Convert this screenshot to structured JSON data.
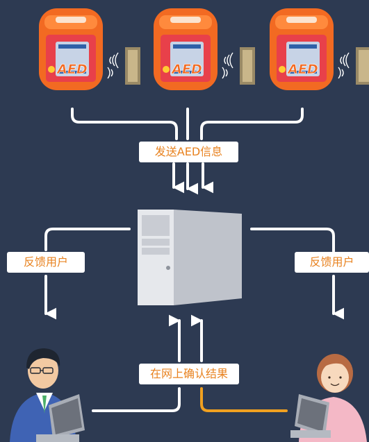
{
  "labels": {
    "send_aed_info": "发送AED信息",
    "feedback_user_left": "反馈用户",
    "feedback_user_right": "反馈用户",
    "confirm_online": "在网上确认结果"
  },
  "aed_devices": [
    {
      "brand": "AED"
    },
    {
      "brand": "AED"
    },
    {
      "brand": "AED"
    }
  ],
  "colors": {
    "background": "#2d3a52",
    "aed_body": "#f26a22",
    "aed_panel": "#e8404a",
    "label_text": "#e8821f",
    "connector": "#ffffff",
    "highlight_connector": "#f0a020",
    "server": "#d9dbe0"
  },
  "icons": [
    "aed-device-icon",
    "wireless-signal-icon",
    "battery-pack-icon",
    "server-tower-icon",
    "male-operator-icon",
    "female-operator-icon",
    "monitor-icon"
  ]
}
